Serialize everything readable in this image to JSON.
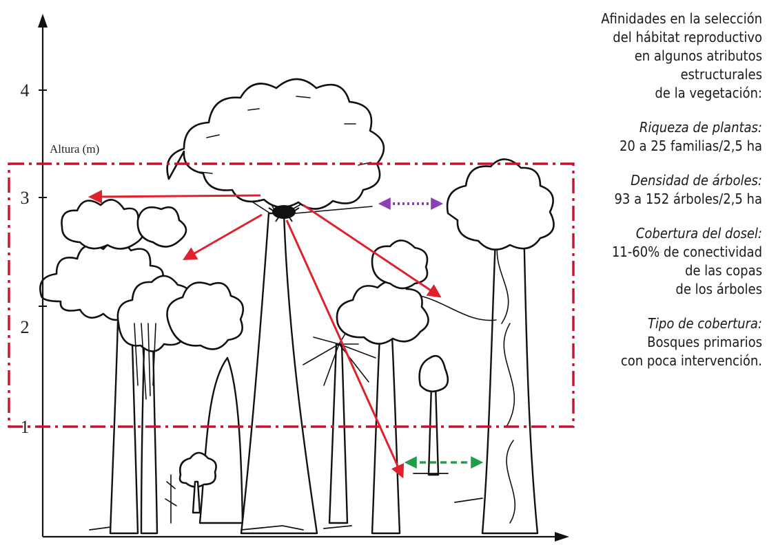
{
  "axis": {
    "y_title": "Altura (m)",
    "ticks": [
      "1",
      "2",
      "3",
      "4"
    ]
  },
  "side_panel": {
    "intro_lines": [
      "Afinidades en la selección",
      "del hábitat reproductivo",
      "en algunos atributos",
      "estructurales",
      "de la vegetación:"
    ],
    "groups": [
      {
        "label": "Riqueza de plantas:",
        "lines": [
          "20 a 25 familias/2,5 ha"
        ]
      },
      {
        "label": "Densidad de árboles:",
        "lines": [
          "93 a 152 árboles/2,5 ha"
        ]
      },
      {
        "label": "Cobertura del dosel:",
        "lines": [
          "11-60% de conectividad",
          "de las copas",
          "de los árboles"
        ]
      },
      {
        "label": "Tipo de cobertura:",
        "lines": [
          "Bosques primarios",
          "con poca intervención."
        ]
      }
    ]
  },
  "colors": {
    "frame": "#c8102e",
    "arrow_red": "#e0202a",
    "arrow_purple": "#8b3fb5",
    "arrow_green": "#1f9d4a",
    "ink": "#111111"
  },
  "icons": [
    "nest-icon"
  ]
}
